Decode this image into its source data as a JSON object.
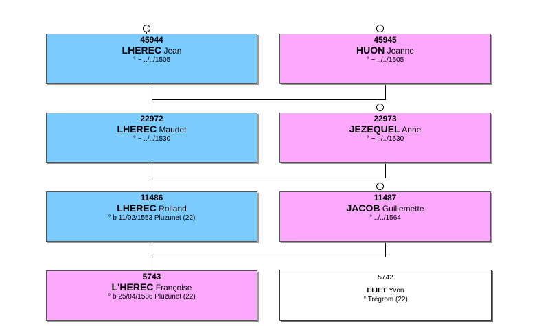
{
  "people": [
    {
      "number": "45944",
      "surname": "LHEREC",
      "given": "Jean",
      "detail": "° ~ ../../1505"
    },
    {
      "number": "45945",
      "surname": "HUON",
      "given": "Jeanne",
      "detail": "° ~ ../../1505"
    },
    {
      "number": "22972",
      "surname": "LHEREC",
      "given": "Maudet",
      "detail": "° ~ ../../1530"
    },
    {
      "number": "22973",
      "surname": "JEZEQUEL",
      "given": "Anne",
      "detail": "° ~ ../../1530"
    },
    {
      "number": "11486",
      "surname": "LHEREC",
      "given": "Rolland",
      "detail": "° b 11/02/1553 Pluzunet (22)"
    },
    {
      "number": "11487",
      "surname": "JACOB",
      "given": "Guillemette",
      "detail": "° ../../1564"
    },
    {
      "number": "5743",
      "surname": "L'HEREC",
      "given": "Françoise",
      "detail": "° b 25/04/1586 Pluzunet (22)"
    },
    {
      "number": "5742",
      "surname": "ELIET",
      "given": "Yvon",
      "detail": "° Trégrom (22)"
    }
  ],
  "colors": {
    "male": "#7ccbff",
    "female": "#fba8fd",
    "unknown": "#ffffff",
    "line": "#000000"
  }
}
